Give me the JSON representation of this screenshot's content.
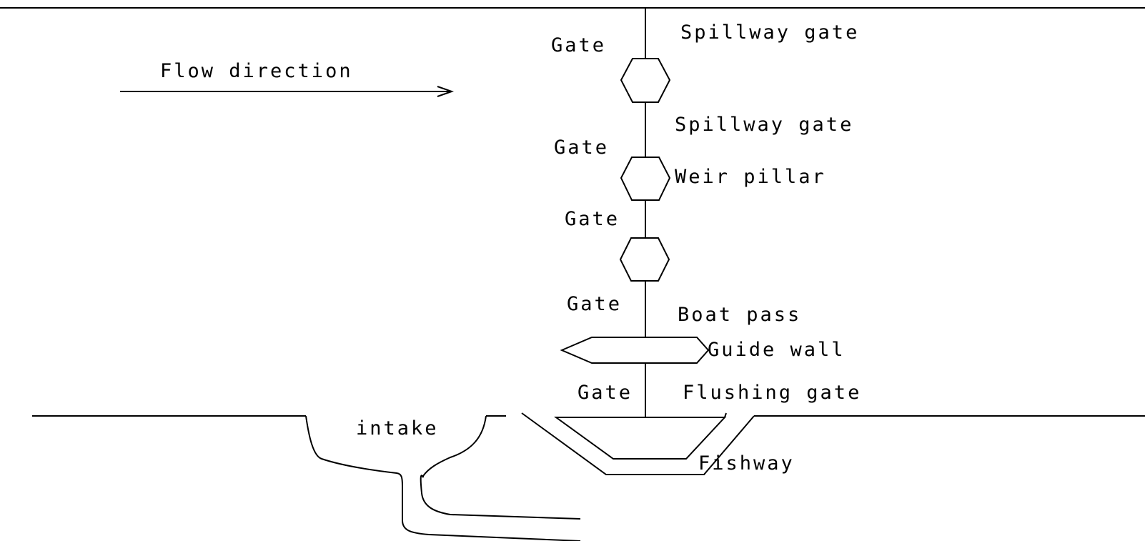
{
  "labels": {
    "flow_direction": "Flow direction",
    "spillway_gate_1": "Spillway gate",
    "spillway_gate_2": "Spillway gate",
    "gate_1": "Gate",
    "gate_2": "Gate",
    "gate_3": "Gate",
    "gate_4": "Gate",
    "gate_5": "Gate",
    "weir_pillar": "Weir pillar",
    "boat_pass": "Boat pass",
    "guide_wall": "Guide wall",
    "flushing_gate": "Flushing gate",
    "intake": "intake",
    "fishway": "Fishway"
  },
  "colors": {
    "line": "#000000",
    "background": "#ffffff"
  }
}
